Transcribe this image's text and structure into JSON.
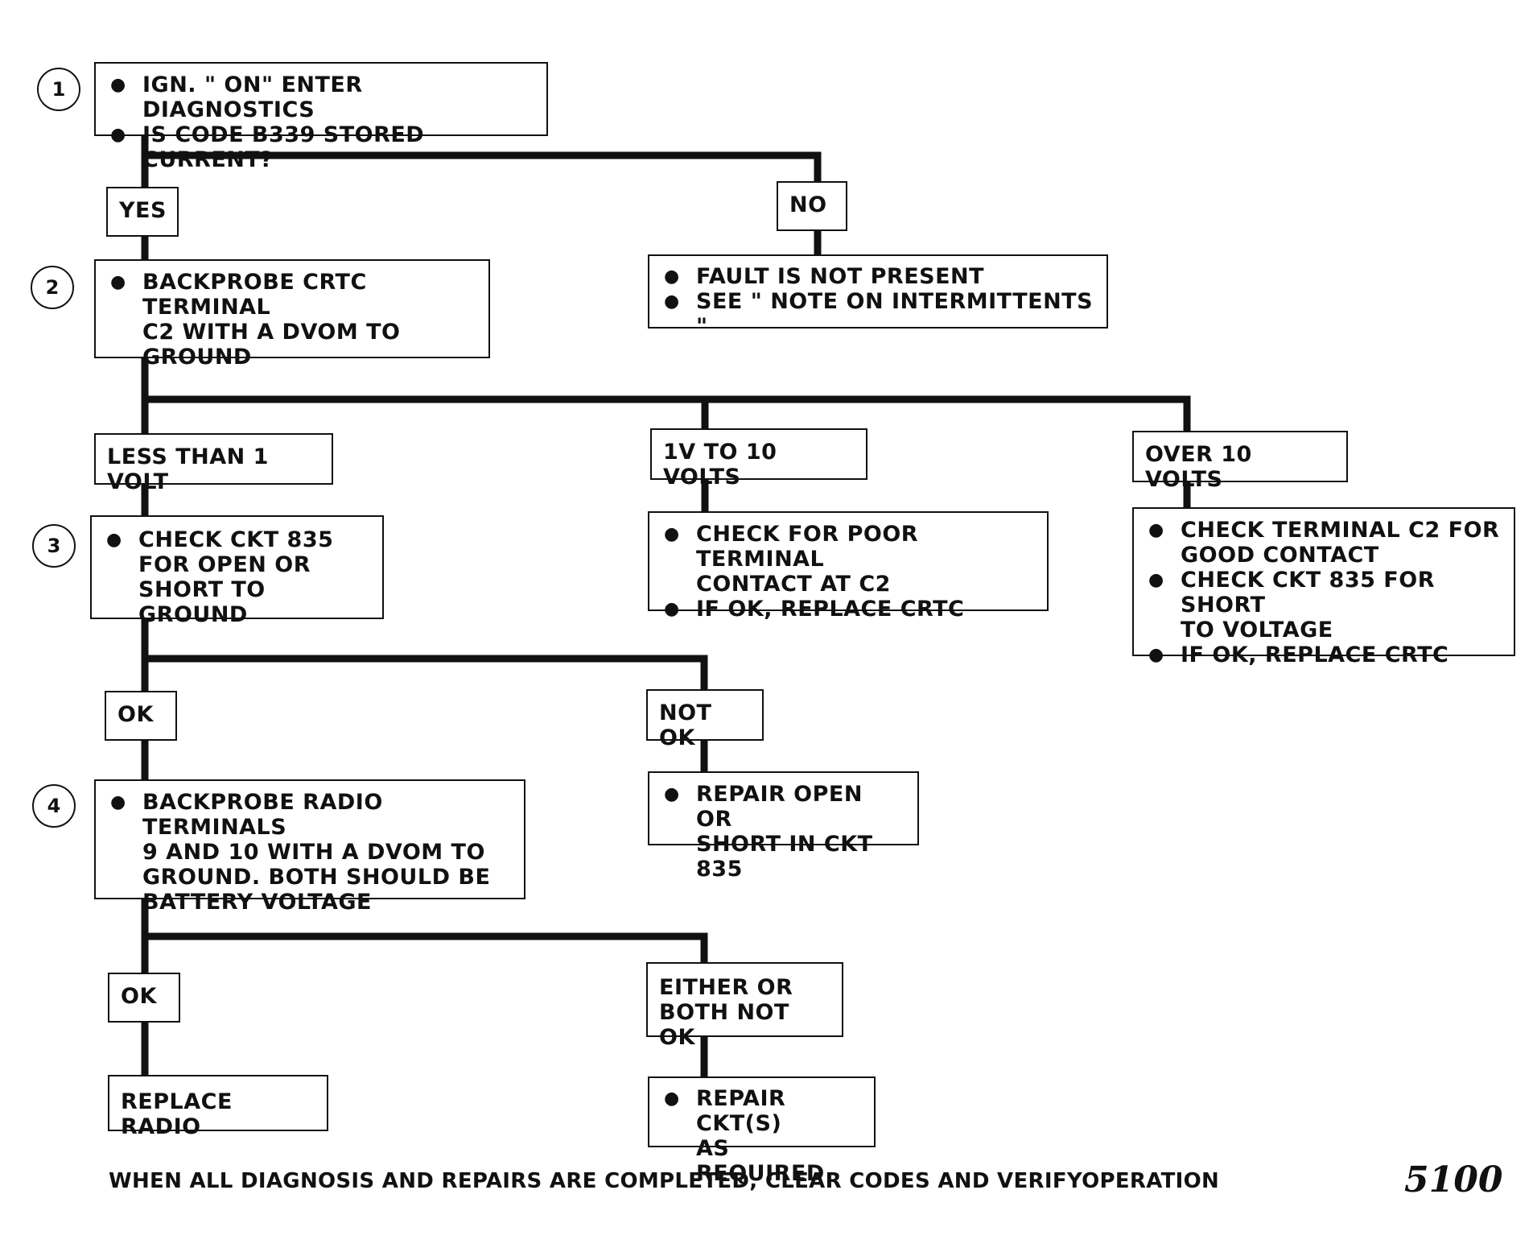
{
  "steps": [
    "1",
    "2",
    "3",
    "4"
  ],
  "step1": {
    "lines": [
      "IGN. \" ON\" ENTER DIAGNOSTICS",
      "IS CODE B339 STORED CURRENT?"
    ]
  },
  "yes_label": "YES",
  "no_label": "NO",
  "no_action": {
    "lines": [
      "FAULT IS NOT PRESENT",
      "SEE  \" NOTE ON  INTERMITTENTS \""
    ]
  },
  "step2": {
    "lines": [
      "BACKPROBE CRTC TERMINAL",
      "C2 WITH A DVOM TO",
      "GROUND"
    ]
  },
  "branch_less": "LESS THAN 1 VOLT",
  "branch_mid": "1V TO 10  VOLTS",
  "branch_over": "OVER 10  VOLTS",
  "mid_action": {
    "item1": [
      "CHECK  FOR POOR TERMINAL",
      "CONTACT  AT   C2"
    ],
    "item2": "IF OK, REPLACE  CRTC"
  },
  "over_action": {
    "item1": [
      "CHECK TERMINAL C2 FOR",
      "GOOD CONTACT"
    ],
    "item2": [
      "CHECK CKT 835 FOR SHORT",
      "TO VOLTAGE"
    ],
    "item3": "IF OK, REPLACE  CRTC"
  },
  "step3": {
    "lines": [
      "CHECK CKT 835",
      "FOR OPEN OR",
      "SHORT TO GROUND"
    ]
  },
  "ok_label_1": "OK",
  "not_ok_label": "NOT OK",
  "not_ok_action": {
    "lines": [
      "REPAIR OPEN OR",
      "SHORT IN CKT 835"
    ]
  },
  "step4": {
    "lines": [
      "BACKPROBE RADIO TERMINALS",
      "9 AND 10 WITH A DVOM TO",
      "GROUND.  BOTH SHOULD BE",
      "BATTERY VOLTAGE"
    ]
  },
  "ok_label_2": "OK",
  "either_label": [
    "EITHER OR",
    "BOTH NOT OK"
  ],
  "replace_radio": "REPLACE RADIO",
  "repair_action": {
    "lines": [
      "REPAIR CKT(S)",
      "AS REQUIRED"
    ]
  },
  "footer": "WHEN ALL DIAGNOSIS AND REPAIRS ARE COMPLETED, CLEAR CODES AND VERIFYOPERATION",
  "page_number": "5100"
}
